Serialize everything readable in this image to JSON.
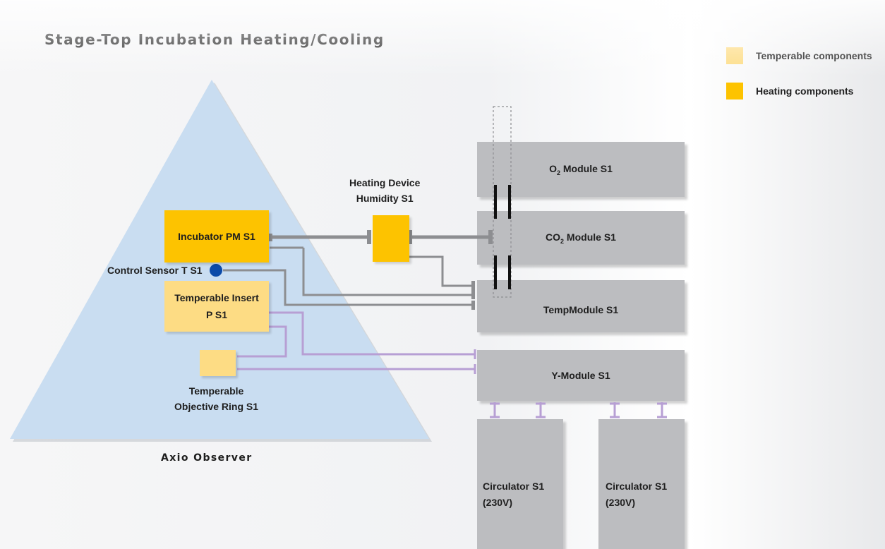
{
  "title": "Stage-Top Incubation Heating/Cooling",
  "legend": {
    "temperable": {
      "label": "Temperable components",
      "color": "#fddc84"
    },
    "heating": {
      "label": "Heating components",
      "color": "#fdc300"
    }
  },
  "microscope": {
    "label": "Axio Observer",
    "color": "#c9ddf1"
  },
  "components": {
    "incubator": "Incubator PM S1",
    "control_sensor": "Control Sensor T S1",
    "temperable_insert": [
      "Temperable Insert",
      "P S1"
    ],
    "objective_ring": [
      "Temperable",
      "Objective Ring S1"
    ],
    "humidity_device": [
      "Heating Device",
      "Humidity S1"
    ]
  },
  "modules": {
    "o2": {
      "prefix": "O",
      "sub": "2",
      "suffix": " Module S1"
    },
    "co2": {
      "prefix": "CO",
      "sub": "2",
      "suffix": " Module S1"
    },
    "temp": "TempModule S1",
    "y": "Y-Module S1"
  },
  "circulators": [
    {
      "line1": "Circulator S1",
      "line2": "(230V)"
    },
    {
      "line1": "Circulator S1",
      "line2": "(230V)"
    }
  ],
  "colors": {
    "module_gray": "#bcbdc0",
    "gas_line": "#8d8e91",
    "liquid_line": "#b79fd4",
    "sensor_blue": "#0b4aa8",
    "connector_black": "#111111"
  }
}
